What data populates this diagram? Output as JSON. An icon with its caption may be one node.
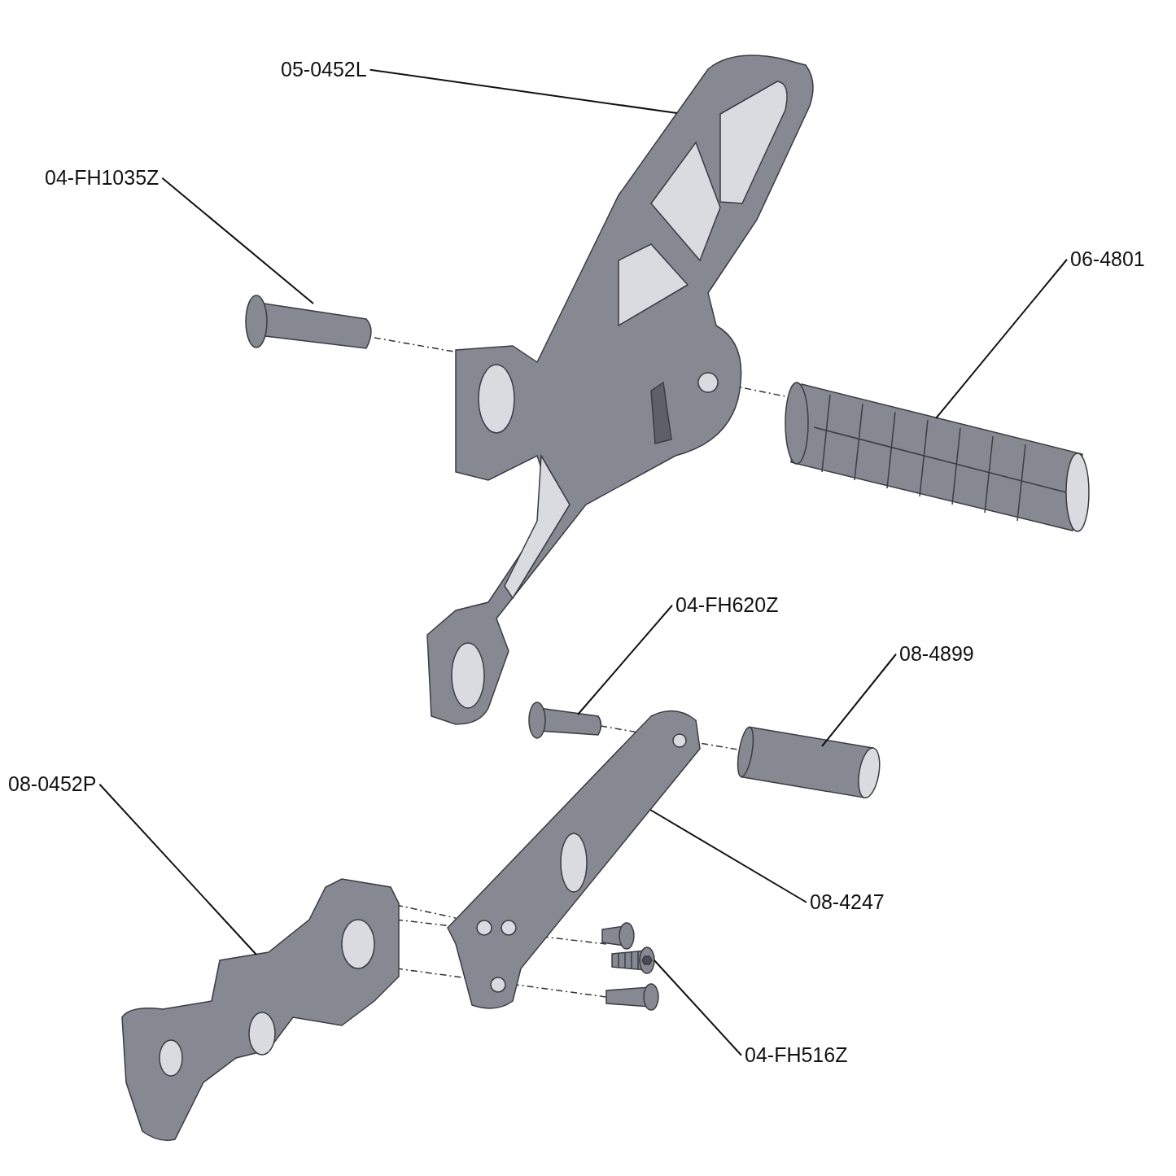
{
  "diagram": {
    "nodes": [
      {
        "text": [
          "05-0452L"
        ]
      },
      {
        "text": [
          "04-FH1035Z"
        ]
      },
      {
        "text": [
          "06-4801"
        ]
      },
      {
        "text": [
          "04-FH620Z"
        ]
      },
      {
        "text": [
          "08-4899"
        ]
      },
      {
        "text": [
          "08-0452P"
        ]
      },
      {
        "text": [
          "08-4247"
        ]
      },
      {
        "text": [
          "04-FH516Z"
        ]
      },
      {
        "text": [],
        "shape": "picture"
      },
      {
        "text": [],
        "shape": "picture"
      },
      {
        "text": [],
        "shape": "picture"
      },
      {
        "text": [],
        "shape": "picture"
      },
      {
        "text": [],
        "shape": "cylinder"
      },
      {
        "text": [],
        "shape": "picture"
      },
      {
        "text": [],
        "shape": "picture"
      },
      {
        "text": [],
        "shape": "picture"
      }
    ],
    "edges": [
      {
        "from": 0,
        "to": 8,
        "arrow": "none"
      },
      {
        "from": 1,
        "to": 9,
        "arrow": "none"
      },
      {
        "from": 2,
        "to": 10,
        "arrow": "none"
      },
      {
        "from": 3,
        "to": 11,
        "arrow": "none"
      },
      {
        "from": 4,
        "to": 12,
        "arrow": "none"
      },
      {
        "from": 5,
        "to": 13,
        "arrow": "none"
      },
      {
        "from": 6,
        "to": 14,
        "arrow": "none"
      },
      {
        "from": 7,
        "to": 15,
        "arrow": "none"
      }
    ]
  }
}
